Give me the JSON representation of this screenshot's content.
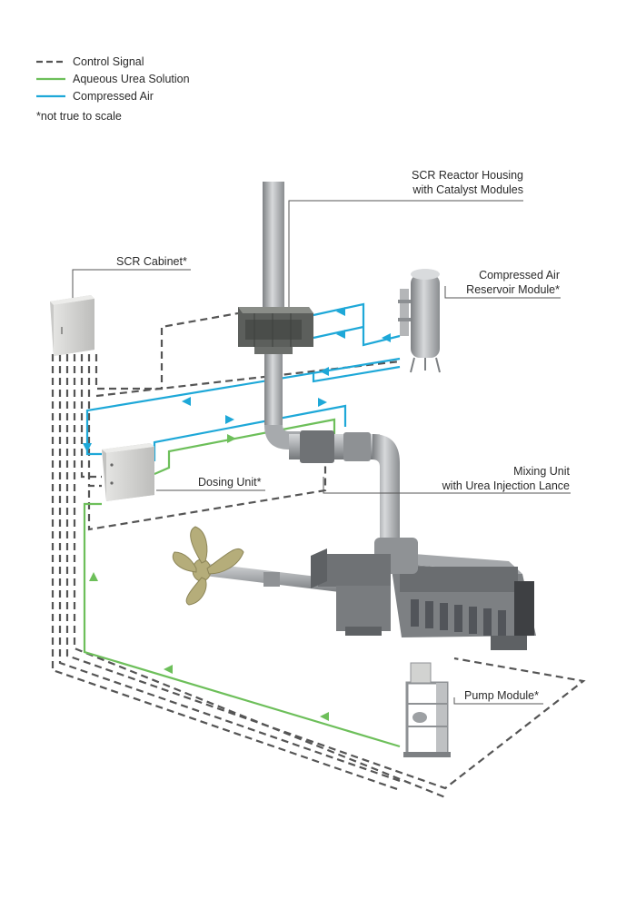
{
  "legend": {
    "items": [
      {
        "label": "Control Signal",
        "style": "dashed",
        "color": "#555555"
      },
      {
        "label": "Aqueous Urea Solution",
        "style": "solid",
        "color": "#6dbf5a"
      },
      {
        "label": "Compressed Air",
        "style": "solid",
        "color": "#1ea8d8"
      }
    ],
    "note": "*not true to scale"
  },
  "labels": {
    "reactor_line1": "SCR Reactor Housing",
    "reactor_line2": "with Catalyst Modules",
    "cabinet": "SCR Cabinet*",
    "air_line1": "Compressed Air",
    "air_line2": "Reservoir Module*",
    "dosing": "Dosing Unit*",
    "mixing_line1": "Mixing Unit",
    "mixing_line2": "with Urea Injection Lance",
    "pump": "Pump Module*"
  },
  "colors": {
    "control": "#555555",
    "urea": "#6dbf5a",
    "air": "#1ea8d8",
    "metal": "#9a9c9e",
    "propeller": "#b5ad7a"
  }
}
